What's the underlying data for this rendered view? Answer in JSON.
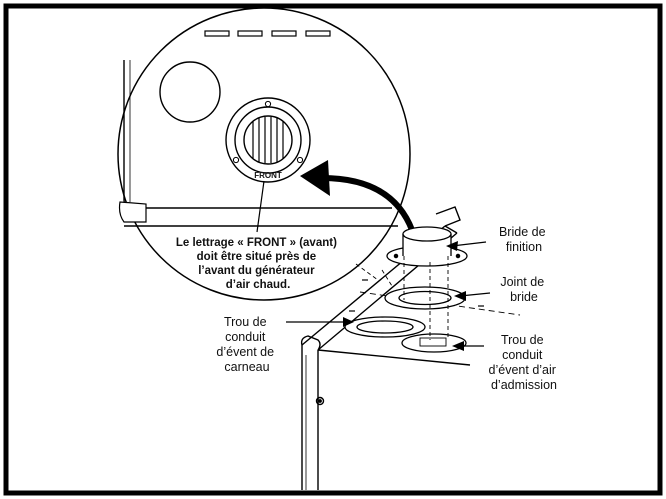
{
  "diagram": {
    "front_mark": "FRONT",
    "note_lines": [
      "Le lettrage « FRONT » (avant)",
      "doit être situé près de",
      "l’avant du générateur",
      "d’air chaud."
    ],
    "labels": {
      "bride_finition": [
        "Bride de",
        "finition"
      ],
      "joint_bride": [
        "Joint de",
        "bride"
      ],
      "trou_carneau": [
        "Trou de",
        "conduit",
        "d’évent de",
        "carneau"
      ],
      "trou_admission": [
        "Trou de",
        "conduit",
        "d’évent d’air",
        "d’admission"
      ]
    }
  }
}
